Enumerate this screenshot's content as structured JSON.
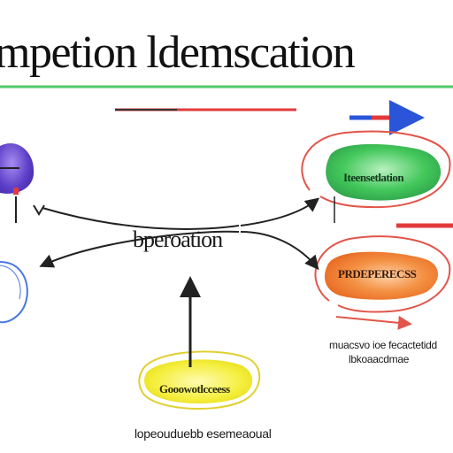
{
  "title": "mpetion ldemscation",
  "colors": {
    "title_rule": "#3cc65a",
    "arrow_blue": "#2a55d8",
    "arrow_red": "#e23a3a",
    "blob_purple": "#6a4fd0",
    "blob_green": "#3ec45a",
    "blob_orange": "#f07a2a",
    "blob_yellow": "#f2ee3a",
    "loop_red": "#e2554a",
    "ring_blue": "#4a78e0"
  },
  "center_node": {
    "label": "bperoation"
  },
  "nodes": {
    "green": {
      "label": "Iteensetlation"
    },
    "orange": {
      "label": "PRDEPERECSS"
    },
    "yellow": {
      "label": "Gooowotlcceess"
    }
  },
  "notes": {
    "right_line1": "muacsvo ioe fecactetidd",
    "right_line2": "lbkoaacdmae",
    "bottom": "lopeouduebb esemeaoual"
  }
}
